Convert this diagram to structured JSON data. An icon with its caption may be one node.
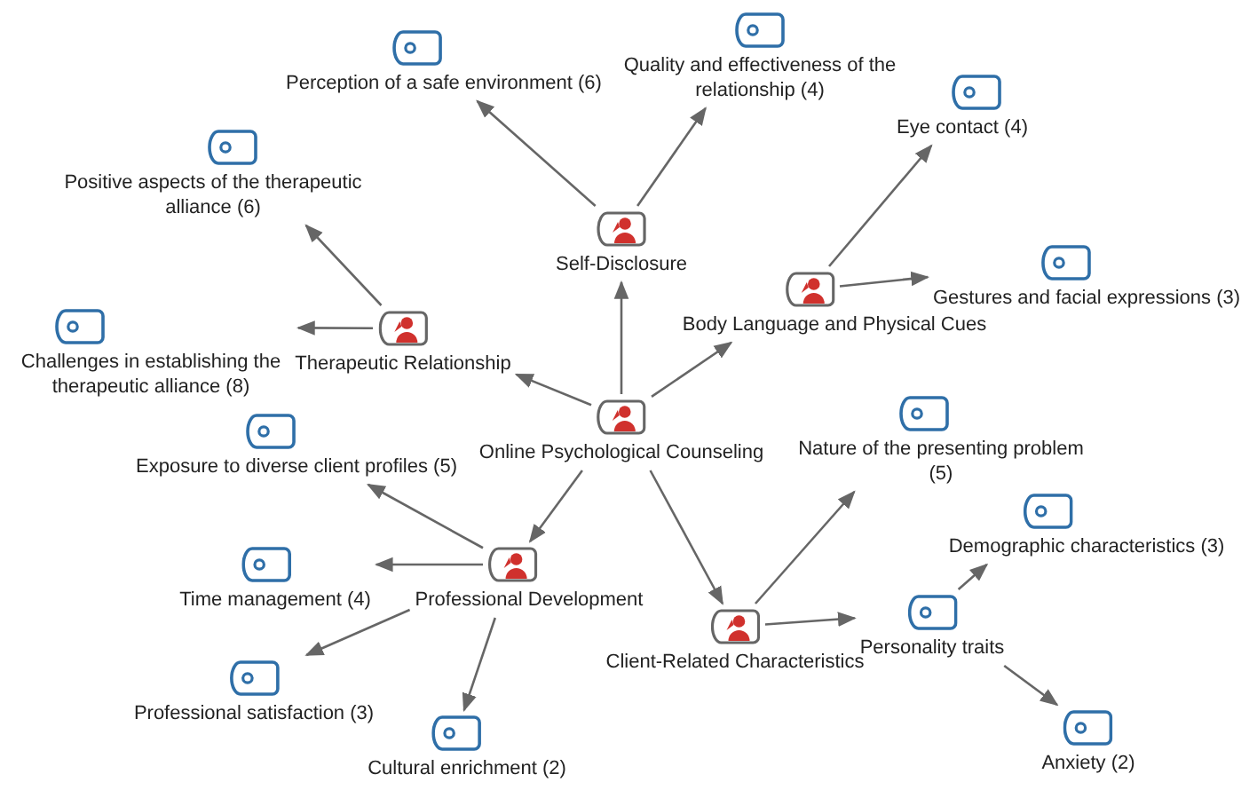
{
  "diagram": {
    "nodes": [
      {
        "text": [
          "Online Psychological Counseling"
        ]
      },
      {
        "text": [
          "Self-Disclosure"
        ]
      },
      {
        "text": [
          "Therapeutic Relationship"
        ]
      },
      {
        "text": [
          "Body Language and Physical Cues"
        ]
      },
      {
        "text": [
          "Professional Development"
        ]
      },
      {
        "text": [
          "Client-Related Characteristics"
        ]
      },
      {
        "text": [
          "Perception of a safe environment (6)"
        ]
      },
      {
        "text": [
          "Quality and effectiveness of the relationship (4)"
        ]
      },
      {
        "text": [
          "Positive aspects of the therapeutic alliance (6)"
        ]
      },
      {
        "text": [
          "Challenges in establishing the therapeutic alliance (8)"
        ]
      },
      {
        "text": [
          "Eye contact (4)"
        ]
      },
      {
        "text": [
          "Gestures and facial expressions (3)"
        ]
      },
      {
        "text": [
          "Exposure to diverse client profiles (5)"
        ]
      },
      {
        "text": [
          "Time management (4)"
        ]
      },
      {
        "text": [
          "Professional satisfaction (3)"
        ]
      },
      {
        "text": [
          "Cultural enrichment (2)"
        ]
      },
      {
        "text": [
          "Nature of the presenting problem (5)"
        ]
      },
      {
        "text": [
          "Personality traits"
        ]
      },
      {
        "text": [
          "Demographic characteristics (3)"
        ]
      },
      {
        "text": [
          "Anxiety (2)"
        ]
      }
    ],
    "edges": [
      {
        "from": 0,
        "to": 1,
        "arrow": "to"
      },
      {
        "from": 0,
        "to": 2,
        "arrow": "to"
      },
      {
        "from": 0,
        "to": 3,
        "arrow": "to"
      },
      {
        "from": 0,
        "to": 4,
        "arrow": "to"
      },
      {
        "from": 0,
        "to": 5,
        "arrow": "to"
      },
      {
        "from": 1,
        "to": 6,
        "arrow": "to"
      },
      {
        "from": 1,
        "to": 7,
        "arrow": "to"
      },
      {
        "from": 2,
        "to": 8,
        "arrow": "to"
      },
      {
        "from": 2,
        "to": 9,
        "arrow": "to"
      },
      {
        "from": 3,
        "to": 10,
        "arrow": "to"
      },
      {
        "from": 3,
        "to": 11,
        "arrow": "to"
      },
      {
        "from": 4,
        "to": 12,
        "arrow": "to"
      },
      {
        "from": 4,
        "to": 13,
        "arrow": "to"
      },
      {
        "from": 4,
        "to": 14,
        "arrow": "to"
      },
      {
        "from": 4,
        "to": 15,
        "arrow": "to"
      },
      {
        "from": 5,
        "to": 16,
        "arrow": "to"
      },
      {
        "from": 5,
        "to": 17,
        "arrow": "to"
      },
      {
        "from": 17,
        "to": 18,
        "arrow": "to"
      },
      {
        "from": 17,
        "to": 19,
        "arrow": "to"
      }
    ]
  }
}
